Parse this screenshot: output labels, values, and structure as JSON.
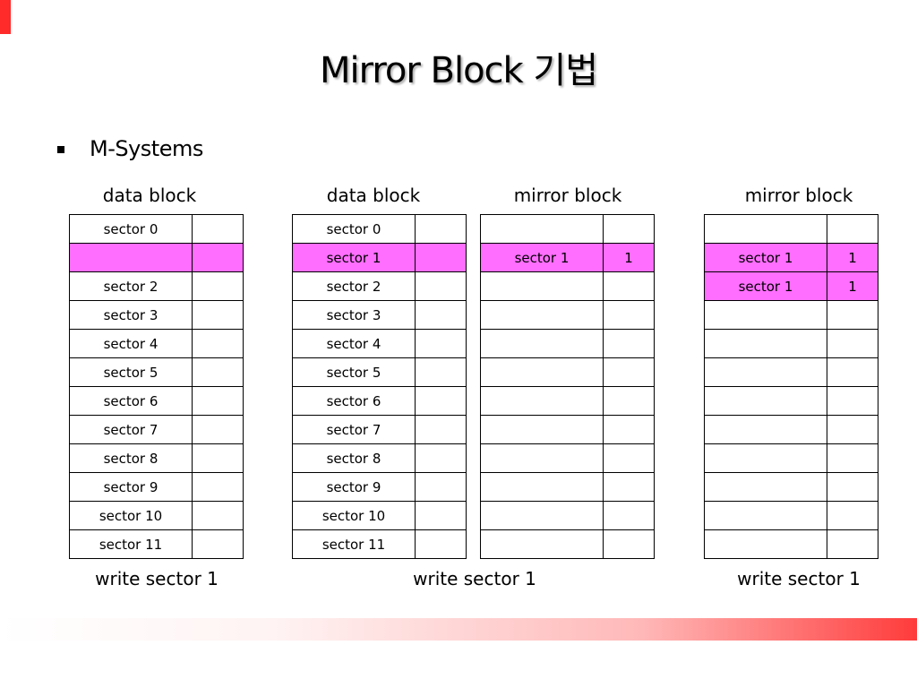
{
  "title": "Mirror Block 기법",
  "bullet": "M-Systems",
  "tables": [
    {
      "label": "data block",
      "caption": "write sector 1",
      "rows": [
        {
          "name": "sector 0",
          "flag": "",
          "highlight": false
        },
        {
          "name": "",
          "flag": "",
          "highlight": true
        },
        {
          "name": "sector 2",
          "flag": "",
          "highlight": false
        },
        {
          "name": "sector 3",
          "flag": "",
          "highlight": false
        },
        {
          "name": "sector 4",
          "flag": "",
          "highlight": false
        },
        {
          "name": "sector 5",
          "flag": "",
          "highlight": false
        },
        {
          "name": "sector 6",
          "flag": "",
          "highlight": false
        },
        {
          "name": "sector 7",
          "flag": "",
          "highlight": false
        },
        {
          "name": "sector 8",
          "flag": "",
          "highlight": false
        },
        {
          "name": "sector 9",
          "flag": "",
          "highlight": false
        },
        {
          "name": "sector 10",
          "flag": "",
          "highlight": false
        },
        {
          "name": "sector 11",
          "flag": "",
          "highlight": false
        }
      ]
    },
    {
      "label": "data block",
      "caption": "",
      "rows": [
        {
          "name": "sector 0",
          "flag": "",
          "highlight": false
        },
        {
          "name": "sector 1",
          "flag": "",
          "highlight": true
        },
        {
          "name": "sector 2",
          "flag": "",
          "highlight": false
        },
        {
          "name": "sector 3",
          "flag": "",
          "highlight": false
        },
        {
          "name": "sector 4",
          "flag": "",
          "highlight": false
        },
        {
          "name": "sector 5",
          "flag": "",
          "highlight": false
        },
        {
          "name": "sector 6",
          "flag": "",
          "highlight": false
        },
        {
          "name": "sector 7",
          "flag": "",
          "highlight": false
        },
        {
          "name": "sector 8",
          "flag": "",
          "highlight": false
        },
        {
          "name": "sector 9",
          "flag": "",
          "highlight": false
        },
        {
          "name": "sector 10",
          "flag": "",
          "highlight": false
        },
        {
          "name": "sector 11",
          "flag": "",
          "highlight": false
        }
      ]
    },
    {
      "label": "mirror block",
      "caption": "",
      "rows": [
        {
          "name": "",
          "flag": "",
          "highlight": false
        },
        {
          "name": "sector 1",
          "flag": "1",
          "highlight": true
        },
        {
          "name": "",
          "flag": "",
          "highlight": false
        },
        {
          "name": "",
          "flag": "",
          "highlight": false
        },
        {
          "name": "",
          "flag": "",
          "highlight": false
        },
        {
          "name": "",
          "flag": "",
          "highlight": false
        },
        {
          "name": "",
          "flag": "",
          "highlight": false
        },
        {
          "name": "",
          "flag": "",
          "highlight": false
        },
        {
          "name": "",
          "flag": "",
          "highlight": false
        },
        {
          "name": "",
          "flag": "",
          "highlight": false
        },
        {
          "name": "",
          "flag": "",
          "highlight": false
        },
        {
          "name": "",
          "flag": "",
          "highlight": false
        }
      ]
    },
    {
      "label": "mirror block",
      "caption": "write sector 1",
      "rows": [
        {
          "name": "",
          "flag": "",
          "highlight": false
        },
        {
          "name": "sector 1",
          "flag": "1",
          "highlight": true
        },
        {
          "name": "sector 1",
          "flag": "1",
          "highlight": true
        },
        {
          "name": "",
          "flag": "",
          "highlight": false
        },
        {
          "name": "",
          "flag": "",
          "highlight": false
        },
        {
          "name": "",
          "flag": "",
          "highlight": false
        },
        {
          "name": "",
          "flag": "",
          "highlight": false
        },
        {
          "name": "",
          "flag": "",
          "highlight": false
        },
        {
          "name": "",
          "flag": "",
          "highlight": false
        },
        {
          "name": "",
          "flag": "",
          "highlight": false
        },
        {
          "name": "",
          "flag": "",
          "highlight": false
        },
        {
          "name": "",
          "flag": "",
          "highlight": false
        }
      ]
    }
  ],
  "middle_caption": "write sector 1",
  "colors": {
    "highlight": "#ff6eff",
    "accent": "#ff2a2a"
  }
}
